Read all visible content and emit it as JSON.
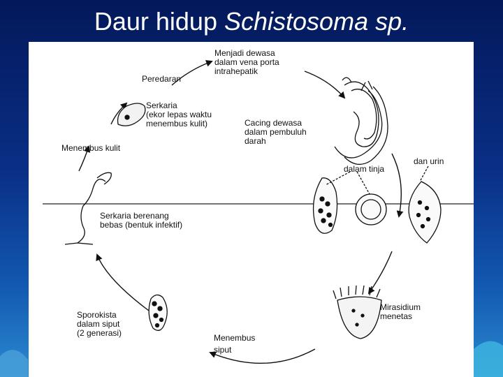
{
  "title": {
    "text": "Daur hidup",
    "italic": "Schistosoma sp."
  },
  "labels": {
    "mature": [
      "Menjadi dewasa",
      "dalam vena porta",
      "intrahepatik"
    ],
    "circulation": "Peredaran",
    "cercaria": [
      "Serkaria",
      "(ekor lepas waktu",
      "menembus kulit)"
    ],
    "adult_worm": [
      "Cacing dewasa",
      "dalam pembuluh",
      "darah"
    ],
    "skin_penetration": "Menembus kulit",
    "in_stool": "dalam tinja",
    "in_urine": "dan urin",
    "free_cercaria": [
      "Serkaria berenang",
      "bebas (bentuk infektif)"
    ],
    "sporocyst": [
      "Sporokista",
      "dalam siput",
      "(2 generasi)"
    ],
    "snail_penetration": [
      "Menembus",
      "siput"
    ],
    "miracidium": [
      "Mirasidium",
      "menetas"
    ]
  },
  "colors": {
    "background_top": "#03185a",
    "background_bottom": "#2a8ad0",
    "title": "#ffffff",
    "panel": "#ffffff",
    "ink": "#111111"
  }
}
